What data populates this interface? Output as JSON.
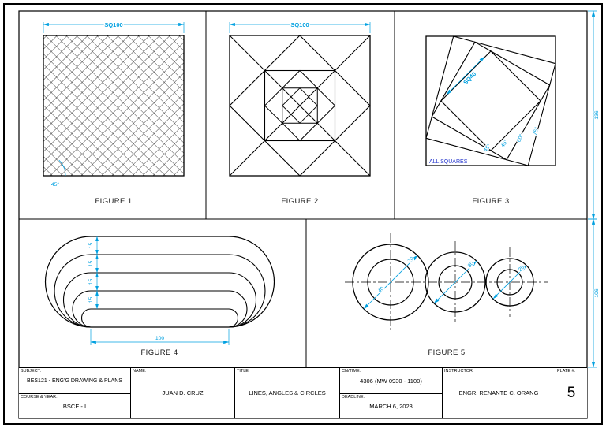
{
  "colors": {
    "line": "#000000",
    "dimension": "#00a0e0",
    "note_blue": "#2233cc",
    "background": "#ffffff"
  },
  "figures": [
    {
      "label": "FIGURE 1",
      "dim": "SQ100",
      "angle": "45°"
    },
    {
      "label": "FIGURE 2",
      "dim": "SQ100"
    },
    {
      "label": "FIGURE 3",
      "dim": "SQ40",
      "note": "ALL SQUARES",
      "angles": [
        "45°",
        "45°",
        "60°",
        "75°"
      ],
      "height_dim": "136"
    },
    {
      "label": "FIGURE 4",
      "offsets": [
        "15",
        "15",
        "15",
        "15"
      ],
      "length_dim": "100"
    },
    {
      "label": "FIGURE 5",
      "diameters": [
        "40",
        "70",
        "30",
        "20"
      ],
      "height_dim": "106"
    }
  ],
  "title_block": {
    "subject_label": "SUBJECT:",
    "subject": "BES121 - ENG'G DRAWING & PLANS",
    "course_label": "COURSE & YEAR:",
    "course": "BSCE - I",
    "name_label": "NAME:",
    "name": "JUAN D. CRUZ",
    "title_label": "TITLE:",
    "title": "LINES, ANGLES & CIRCLES",
    "cn_label": "CN/TIME:",
    "cn": "4306 (MW 0930 - 1100)",
    "deadline_label": "DEADLINE:",
    "deadline": "MARCH 6, 2023",
    "instructor_label": "INSTRUCTOR:",
    "instructor": "ENGR. RENANTE C. ORANG",
    "plate_label": "PLATE #:",
    "plate": "5"
  }
}
